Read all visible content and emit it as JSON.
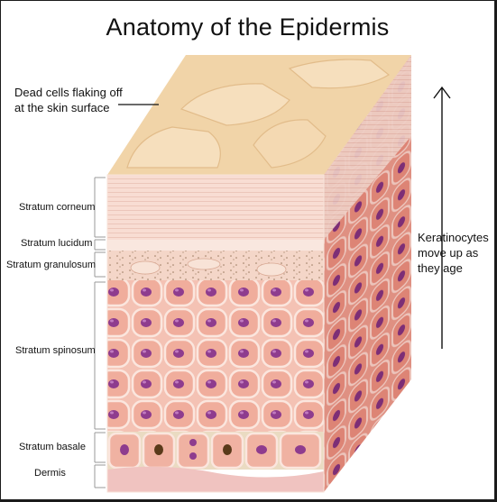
{
  "title": "Anatomy of the Epidermis",
  "top_label_line1": "Dead cells flaking off",
  "top_label_line2": "at the skin surface",
  "layers": [
    "Stratum corneum",
    "Stratum lucidum",
    "Stratum granulosum",
    "Stratum spinosum",
    "Stratum basale",
    "Dermis"
  ],
  "arrow_label_line1": "Keratinocytes",
  "arrow_label_line2": "move up as",
  "arrow_label_line3": "they age",
  "colors": {
    "top_surface": "#f2d7ad",
    "corneum": "#f7dcd2",
    "cell": "#f2b8a8",
    "cell_border": "#fbe9e2",
    "nucleus": "#8e3c8e",
    "basale_fill": "#e8dcc6",
    "dermis": "#f1c7c4"
  }
}
